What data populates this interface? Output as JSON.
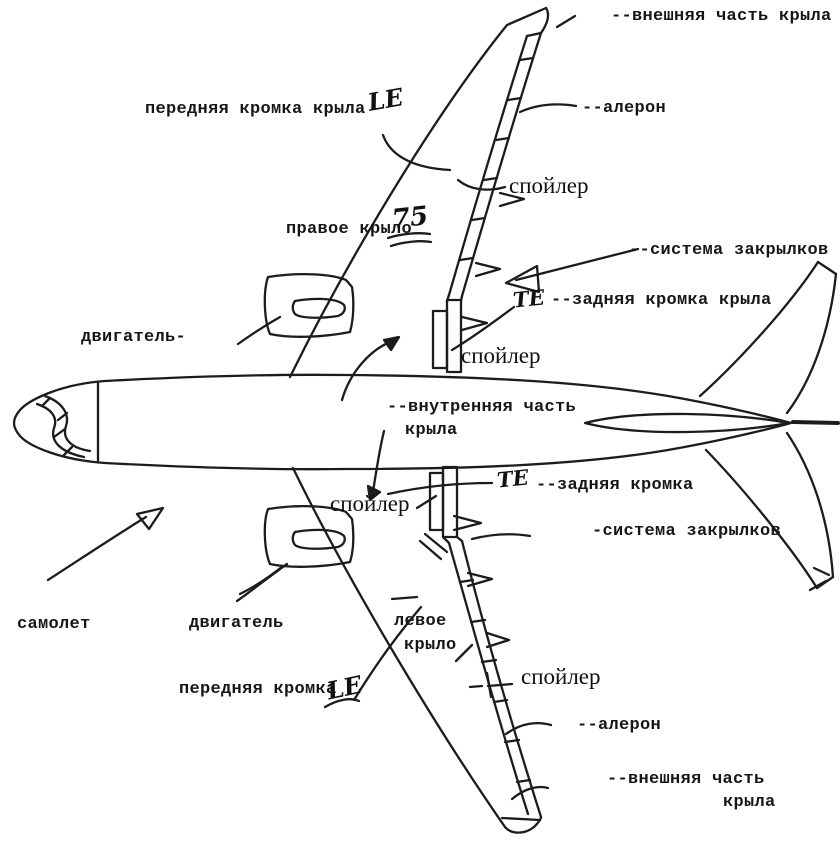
{
  "diagram": {
    "title_note": "hand-drawn airplane top view with Russian wing-component callouts",
    "colors": {
      "ink": "#1c1c1c",
      "paper": "#ffffff"
    },
    "labels": {
      "outer_wing_top": "--внешняя часть крыла",
      "aileron_top": "--алерон",
      "leading_edge_top": "передняя кромка крыла",
      "spoiler_top": "спойлер",
      "right_wing": "правое крыло",
      "flap_system_top": "--система закрылков",
      "trailing_edge_top": "--задняя кромка крыла",
      "engine_top": "двигатель-",
      "spoiler_mid_top": "спойлер",
      "inner_wing_line1": "--внутренняя часть",
      "inner_wing_line2": "крыла",
      "spoiler_mid_bottom": "спойлер",
      "trailing_edge_bottom": "--задняя кромка",
      "flap_system_bottom": "-система закрылков",
      "airplane": "самолет",
      "engine_bottom": "двигатель",
      "left_wing_line1": "левое",
      "left_wing_line2": "крыло",
      "leading_edge_bottom": "передняя кромка",
      "spoiler_bottom": "спойлер",
      "aileron_bottom": "--алерон",
      "outer_wing_bottom_line1": "--внешняя часть",
      "outer_wing_bottom_line2": "крыла"
    },
    "handwritten": {
      "le_top": "LE",
      "sweep_75": "75",
      "te_top": "TE",
      "te_bottom": "TE",
      "le_bottom": "LE"
    }
  }
}
